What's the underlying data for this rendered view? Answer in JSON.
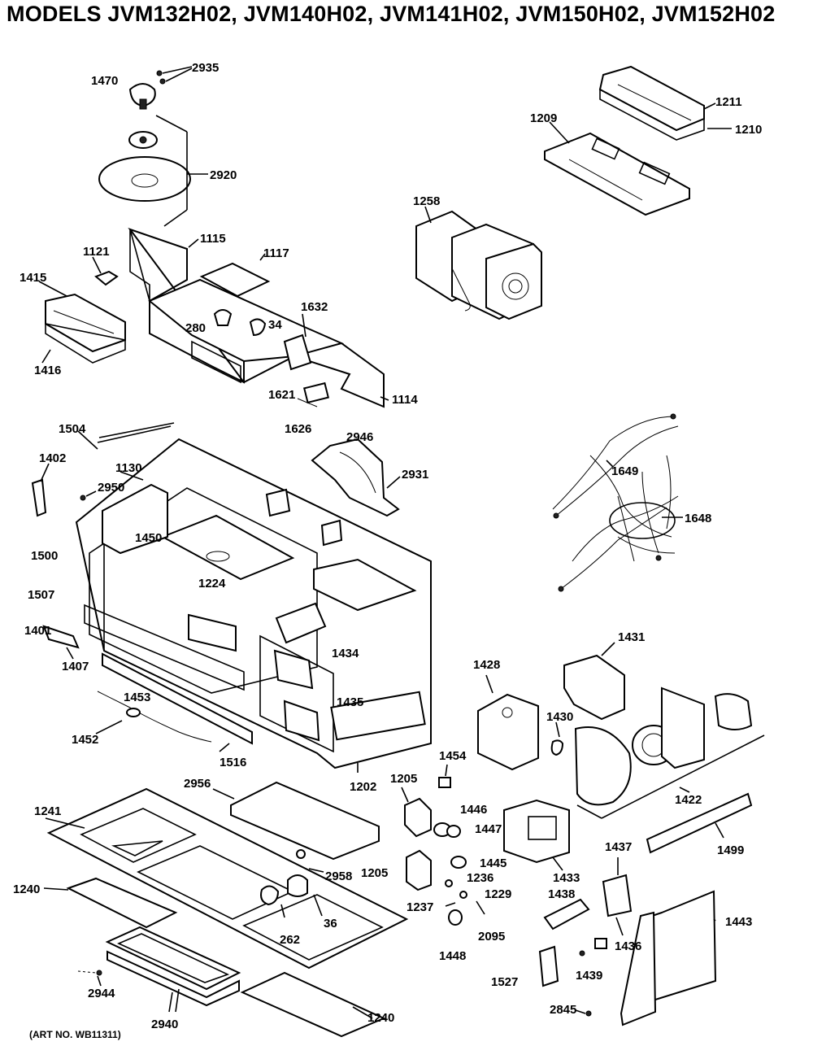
{
  "title": "MODELS JVM132H02, JVM140H02, JVM141H02, JVM150H02, JVM152H02",
  "art_no": "(ART NO. WB11311)",
  "labels": {
    "p1470": "1470",
    "p2935": "2935",
    "p2920": "2920",
    "p1211": "1211",
    "p1210": "1210",
    "p1209": "1209",
    "p1258": "1258",
    "p1115": "1115",
    "p1117": "1117",
    "p1121": "1121",
    "p1415": "1415",
    "p1416": "1416",
    "p280": "280",
    "p34": "34",
    "p1632": "1632",
    "p1621": "1621",
    "p1626": "1626",
    "p2946": "2946",
    "p1114": "1114",
    "p1504": "1504",
    "p1402": "1402",
    "p1130": "1130",
    "p2950": "2950",
    "p2931": "2931",
    "p1649": "1649",
    "p1648": "1648",
    "p1450": "1450",
    "p1500": "1500",
    "p1507": "1507",
    "p1224": "1224",
    "p1401": "1401",
    "p1434": "1434",
    "p1431": "1431",
    "p1428": "1428",
    "p1407": "1407",
    "p1453": "1453",
    "p1435": "1435",
    "p1430": "1430",
    "p1452": "1452",
    "p1516": "1516",
    "p1454": "1454",
    "p1202": "1202",
    "p1205a": "1205",
    "p2956": "2956",
    "p1422": "1422",
    "p1241": "1241",
    "p1446": "1446",
    "p1447": "1447",
    "p1499": "1499",
    "p1437": "1437",
    "p1205b": "1205",
    "p1445": "1445",
    "p1433": "1433",
    "p2958": "2958",
    "p1236": "1236",
    "p1240a": "1240",
    "p1237": "1237",
    "p1229": "1229",
    "p1438": "1438",
    "p1443": "1443",
    "p36": "36",
    "p262": "262",
    "p2095": "2095",
    "p1436": "1436",
    "p1448": "1448",
    "p1439": "1439",
    "p1527": "1527",
    "p2944": "2944",
    "p2940": "2940",
    "p1240b": "1240",
    "p2845": "2845"
  }
}
